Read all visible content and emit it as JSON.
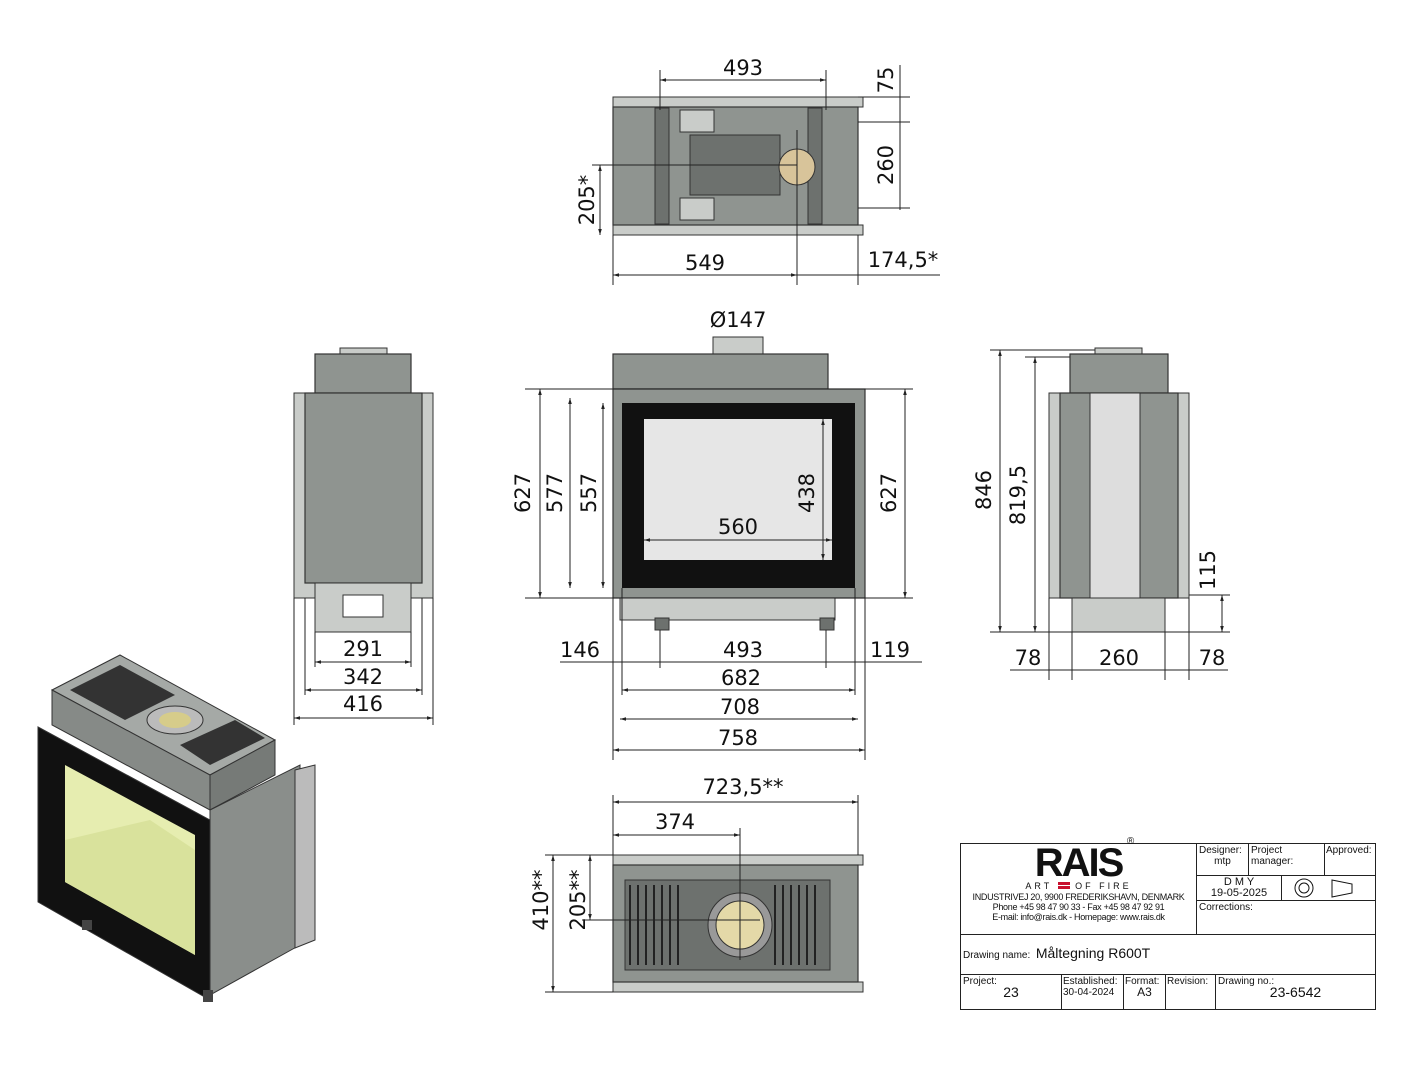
{
  "top_view": {
    "d493": "493",
    "d75": "75",
    "d260": "260",
    "d205": "205*",
    "d549": "549",
    "d174": "174,5*"
  },
  "front_view": {
    "flue": "Ø147",
    "h627l": "627",
    "h577": "577",
    "h557": "557",
    "h438": "438",
    "w560": "560",
    "h627r": "627",
    "w146": "146",
    "w493": "493",
    "w119": "119",
    "w682": "682",
    "w708": "708",
    "w758": "758"
  },
  "left_view": {
    "w291": "291",
    "w342": "342",
    "w416": "416"
  },
  "right_view": {
    "h846": "846",
    "h819": "819,5",
    "h115": "115",
    "w78a": "78",
    "w260": "260",
    "w78b": "78"
  },
  "bottom_view": {
    "w723": "723,5**",
    "w374": "374",
    "h410": "410**",
    "h205": "205**"
  },
  "title_block": {
    "logo": "RAIS",
    "registered": "®",
    "tagline_left": "ART",
    "tagline_right": "OF FIRE",
    "address": "INDUSTRIVEJ 20, 9900 FREDERIKSHAVN, DENMARK",
    "phone": "Phone +45 98 47 90 33 - Fax +45 98 47 92 91",
    "email": "E-mail: info@rais.dk - Homepage: www.rais.dk",
    "designer_label": "Designer:",
    "designer": "mtp",
    "pm_label": "Project manager:",
    "approved_label": "Approved:",
    "dmy": "D   M   Y",
    "date": "19-05-2025",
    "corrections_label": "Corrections:",
    "drawing_name_label": "Drawing name:",
    "drawing_name": "Måltegning R600T",
    "project_label": "Project:",
    "project": "23",
    "established_label": "Established:",
    "established": "30-04-2024",
    "format_label": "Format:",
    "format": "A3",
    "revision_label": "Revision:",
    "drawing_no_label": "Drawing no.:",
    "drawing_no": "23-6542"
  }
}
